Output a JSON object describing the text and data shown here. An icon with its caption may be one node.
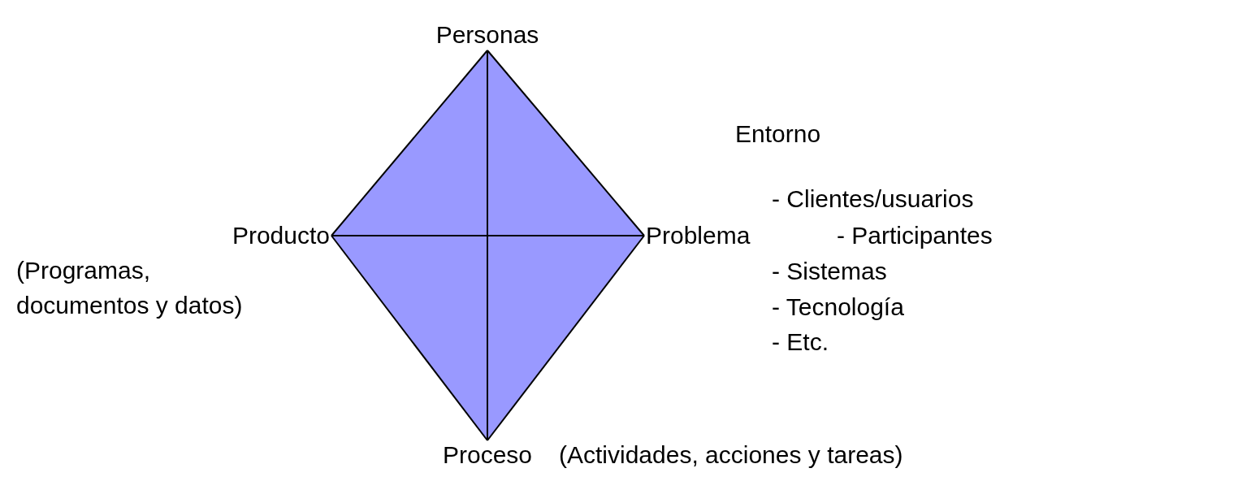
{
  "diagram": {
    "nodes": [
      {
        "text": [
          "Personas"
        ]
      },
      {
        "text": [
          "Producto"
        ],
        "beside": [
          "(Programas, documentos y datos)"
        ]
      },
      {
        "text": [
          "Problema"
        ]
      },
      {
        "text": [
          "Proceso"
        ],
        "beside": [
          "(Actividades, acciones y tareas)"
        ]
      }
    ],
    "edges": [
      {
        "from": 0,
        "to": 2,
        "arrow": "none"
      },
      {
        "from": 2,
        "to": 3,
        "arrow": "none"
      },
      {
        "from": 3,
        "to": 1,
        "arrow": "none"
      },
      {
        "from": 1,
        "to": 0,
        "arrow": "none"
      },
      {
        "from": 0,
        "to": 3,
        "arrow": "none"
      },
      {
        "from": 1,
        "to": 2,
        "arrow": "none"
      }
    ],
    "labels": [
      "Entorno",
      "- Clientes/usuarios",
      "- Participantes",
      "- Sistemas",
      "- Tecnología",
      "- Etc."
    ]
  }
}
